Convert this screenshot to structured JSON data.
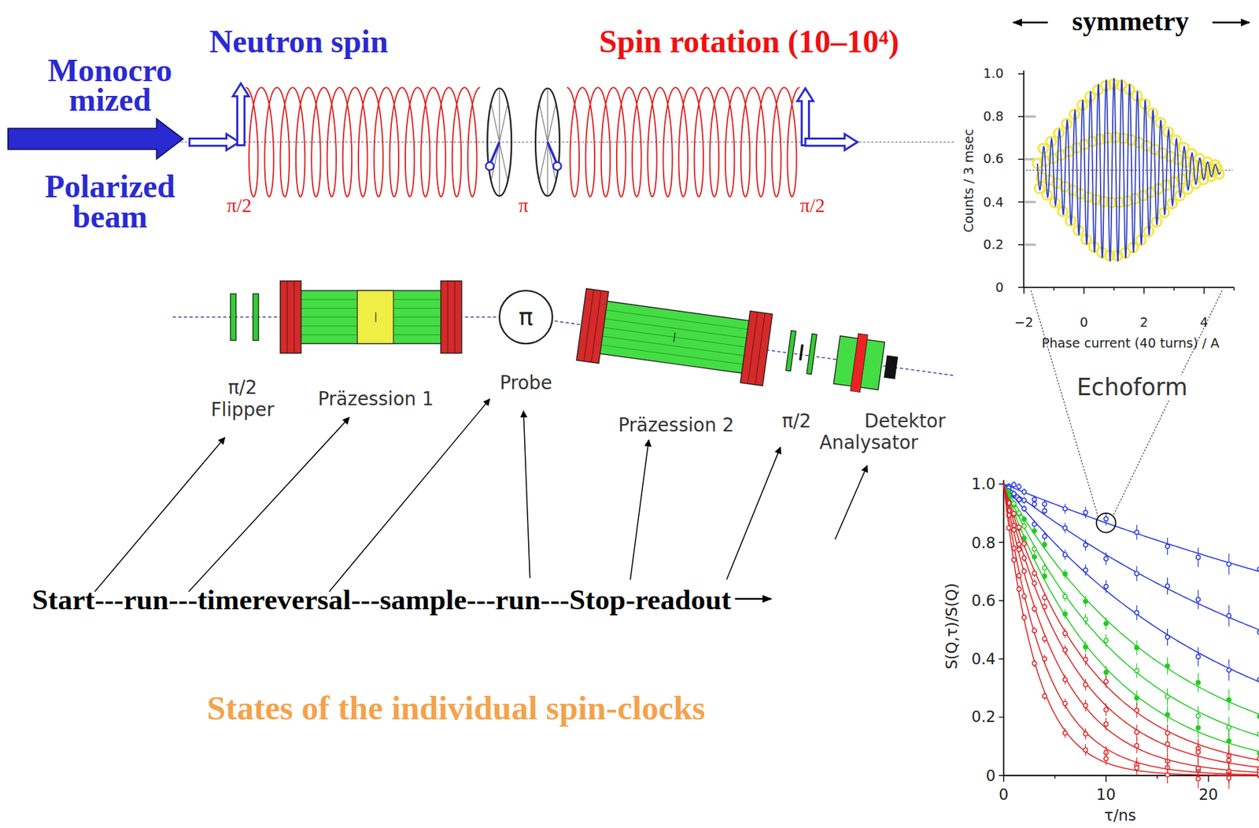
{
  "diagram": {
    "nodes": [
      {
        "text": [
          "π"
        ]
      }
    ],
    "labels": [
      "symmetry",
      "Monocro mized",
      "Neutron spin",
      "Spin rotation (10–10⁴)",
      "Polarized beam",
      "π/2",
      "π",
      "π/2",
      "1.0",
      "0.8",
      "0.6",
      "0.4",
      "0.2",
      "0",
      "Counts / 3 msec",
      "−2",
      "0",
      "2",
      "4",
      "Phase current (40 turns) / A",
      "π/2 Flipper",
      "Präzession 1",
      "Probe",
      "Präzession 2",
      "π/2",
      "Detektor",
      "Analysator",
      "Echoform",
      "1.0",
      "0.8",
      "0.6",
      "0.4",
      "0.2",
      "0",
      "S(Q,τ)/S(Q)",
      "0",
      "10",
      "20",
      "τ/ns",
      "Start---run---timereversal---sample---run---Stop-readout",
      "States of the individual spin-clocks"
    ]
  }
}
